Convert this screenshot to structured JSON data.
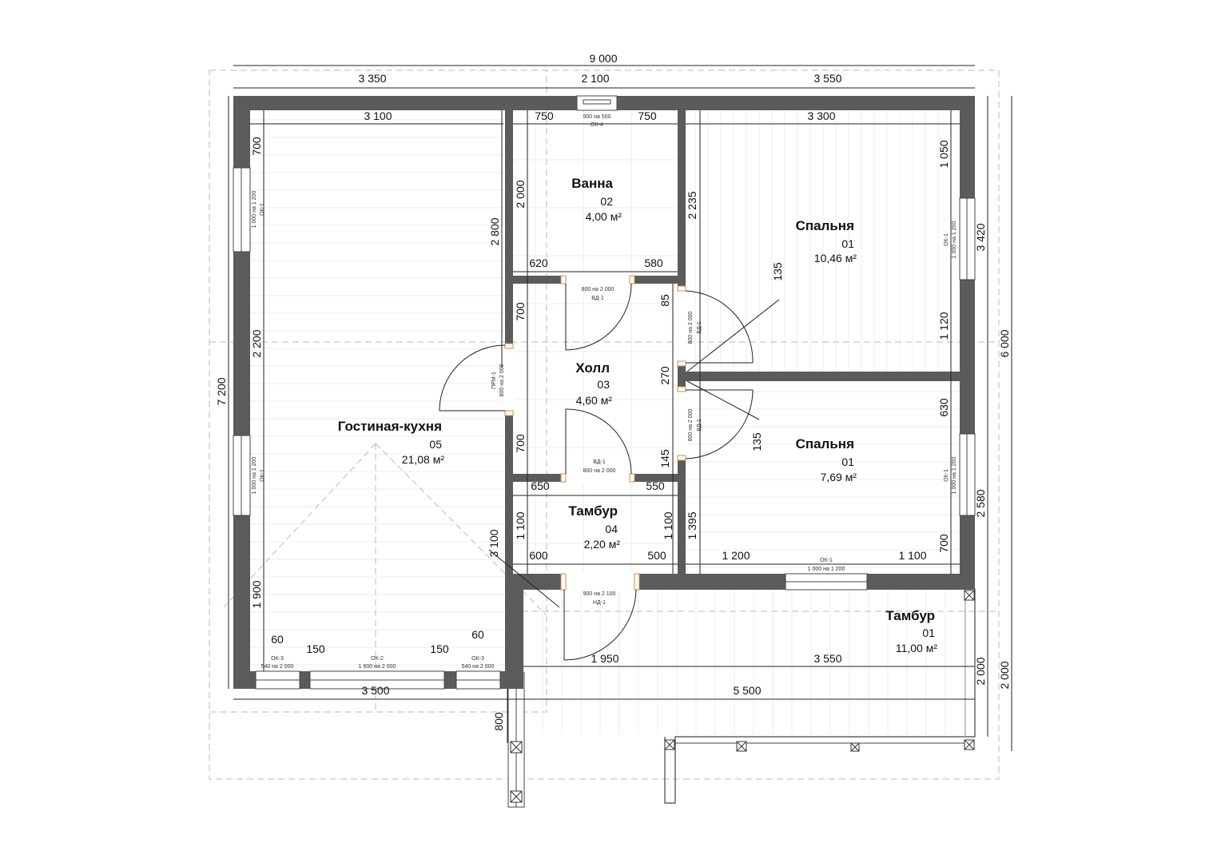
{
  "rooms": [
    {
      "name": "Ванна",
      "number": "02",
      "area": "4,00 м²"
    },
    {
      "name": "Спальня",
      "number": "01",
      "area": "10,46 м²"
    },
    {
      "name": "Холл",
      "number": "03",
      "area": "4,60 м²"
    },
    {
      "name": "Гостиная-кухня",
      "number": "05",
      "area": "21,08 м²"
    },
    {
      "name": "Спальня",
      "number": "01",
      "area": "7,69 м²"
    },
    {
      "name": "Тамбур",
      "number": "04",
      "area": "2,20 м²"
    },
    {
      "name": "Тамбур",
      "number": "01",
      "area": "11,00 м²"
    }
  ],
  "dims": [
    "9 000",
    "3 350",
    "2 100",
    "3 550",
    "3 100",
    "750",
    "750",
    "3 300",
    "620",
    "580",
    "650",
    "550",
    "600",
    "500",
    "1 200",
    "1 100",
    "60",
    "150",
    "150",
    "60",
    "1 950",
    "3 550",
    "3 500",
    "5 500",
    "700",
    "2 800",
    "2 000",
    "2 235",
    "1 050",
    "3 420",
    "6 000",
    "7 200",
    "2 200",
    "700",
    "85",
    "135",
    "1 120",
    "270",
    "700",
    "145",
    "135",
    "630",
    "1 100",
    "1 100",
    "1 395",
    "2 580",
    "700",
    "3 100",
    "1 900",
    "2 000",
    "2 000",
    "800"
  ],
  "openings": [
    {
      "size": "500 на 500",
      "code": "ОК-4"
    },
    {
      "size": "1 000 на 1 200",
      "code": "ОК-1"
    },
    {
      "size": "1 000 на 1 200",
      "code": "ОК-1"
    },
    {
      "size": "1 000 на 1 200",
      "code": "ОК-1"
    },
    {
      "size": "1 000 на 1 200",
      "code": "ОК-1"
    },
    {
      "size": "800 на 2 000",
      "code": "ВД-1"
    },
    {
      "size": "800 на 2 000",
      "code": "ВД-1"
    },
    {
      "size": "800 на 2 000",
      "code": "ВД-1"
    },
    {
      "size": "800 на 2 000",
      "code": "ВД-1"
    },
    {
      "size": "800 на 2 000",
      "code": "ПРМ-1"
    },
    {
      "size": "900 на 2 100",
      "code": "НД-1"
    },
    {
      "size": "1 000 на 1 200",
      "code": "ОК-1"
    },
    {
      "size": "540 на 2 000",
      "code": "ОК-3"
    },
    {
      "size": "1 600 на 2 000",
      "code": "ОК-2"
    },
    {
      "size": "540 на 2 000",
      "code": "ОК-3"
    }
  ],
  "colors": {
    "wall": "#5b5b5b",
    "jamb": "#d98a3a"
  }
}
